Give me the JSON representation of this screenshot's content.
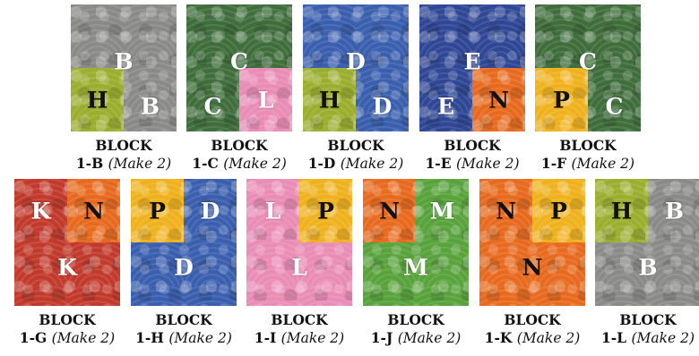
{
  "colors": {
    "gray": "#8a8a88",
    "green": "#3f6e3c",
    "blue": "#3a5fae",
    "navy": "#2f4795",
    "red": "#c23a2c",
    "orange": "#e76a1e",
    "pink": "#e98cb6",
    "lime": "#9bae2e",
    "yellow": "#efb21e",
    "brightgreen": "#58a33c"
  },
  "caption_head": "BLOCK",
  "blocks": [
    {
      "id": "1-B",
      "note": "(Make 2)",
      "main": "B",
      "main_fabric": "gray",
      "corner": "H",
      "corner_fabric": "lime",
      "corner_pos": "bl",
      "third": "B"
    },
    {
      "id": "1-C",
      "note": "(Make 2)",
      "main": "C",
      "main_fabric": "green",
      "corner": "L",
      "corner_fabric": "pink",
      "corner_pos": "br",
      "third": "C"
    },
    {
      "id": "1-D",
      "note": "(Make 2)",
      "main": "D",
      "main_fabric": "blue",
      "corner": "H",
      "corner_fabric": "lime",
      "corner_pos": "bl",
      "third": "D"
    },
    {
      "id": "1-E",
      "note": "(Make 2)",
      "main": "E",
      "main_fabric": "navy",
      "corner": "N",
      "corner_fabric": "orange",
      "corner_pos": "br",
      "third": "E"
    },
    {
      "id": "1-F",
      "note": "(Make 2)",
      "main": "C",
      "main_fabric": "green",
      "corner": "P",
      "corner_fabric": "yellow",
      "corner_pos": "bl",
      "third": "C"
    },
    {
      "id": "1-G",
      "note": "(Make 2)",
      "main": "K",
      "main_fabric": "red",
      "corner": "N",
      "corner_fabric": "orange",
      "corner_pos": "tr",
      "third": "K"
    },
    {
      "id": "1-H",
      "note": "(Make 2)",
      "main": "D",
      "main_fabric": "blue",
      "corner": "P",
      "corner_fabric": "yellow",
      "corner_pos": "tl",
      "third": "D"
    },
    {
      "id": "1-I",
      "note": "(Make 2)",
      "main": "L",
      "main_fabric": "pink",
      "corner": "P",
      "corner_fabric": "yellow",
      "corner_pos": "tr",
      "third": "L"
    },
    {
      "id": "1-J",
      "note": "(Make 2)",
      "main": "M",
      "main_fabric": "brightgreen",
      "corner": "N",
      "corner_fabric": "orange",
      "corner_pos": "tl",
      "third": "M"
    },
    {
      "id": "1-K",
      "note": "(Make 2)",
      "main": "N",
      "main_fabric": "orange",
      "corner": "P",
      "corner_fabric": "yellow",
      "corner_pos": "tr",
      "third": "N"
    },
    {
      "id": "1-L",
      "note": "(Make 2)",
      "main": "B",
      "main_fabric": "gray",
      "corner": "H",
      "corner_fabric": "lime",
      "corner_pos": "tl",
      "third": "B"
    }
  ]
}
